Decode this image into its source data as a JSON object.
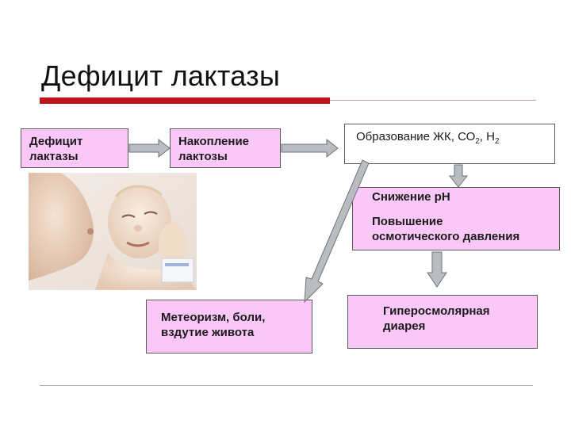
{
  "slide": {
    "title": "Дефицит лактазы",
    "accent_color": "#c0141c",
    "box_fill_color": "#fac8f8"
  },
  "flow": {
    "box1": {
      "line1": "Дефицит",
      "line2": "лактазы"
    },
    "box2": {
      "line1": "Накопление",
      "line2": "лактозы"
    },
    "box3": {
      "prefix": "Образование ЖК, СО",
      "sub1": "2",
      "middle": ", Н",
      "sub2": "2"
    },
    "box4": {
      "line1": "Снижение рН",
      "line2": "Повышение",
      "line3": "осмотического давления"
    },
    "box5": {
      "line1": "Метеоризм, боли,",
      "line2": "вздутие живота"
    },
    "box6": {
      "line1": "Гиперосмолярная",
      "line2": "диарея"
    }
  },
  "image": {
    "subject": "infant-at-breast-photo"
  }
}
